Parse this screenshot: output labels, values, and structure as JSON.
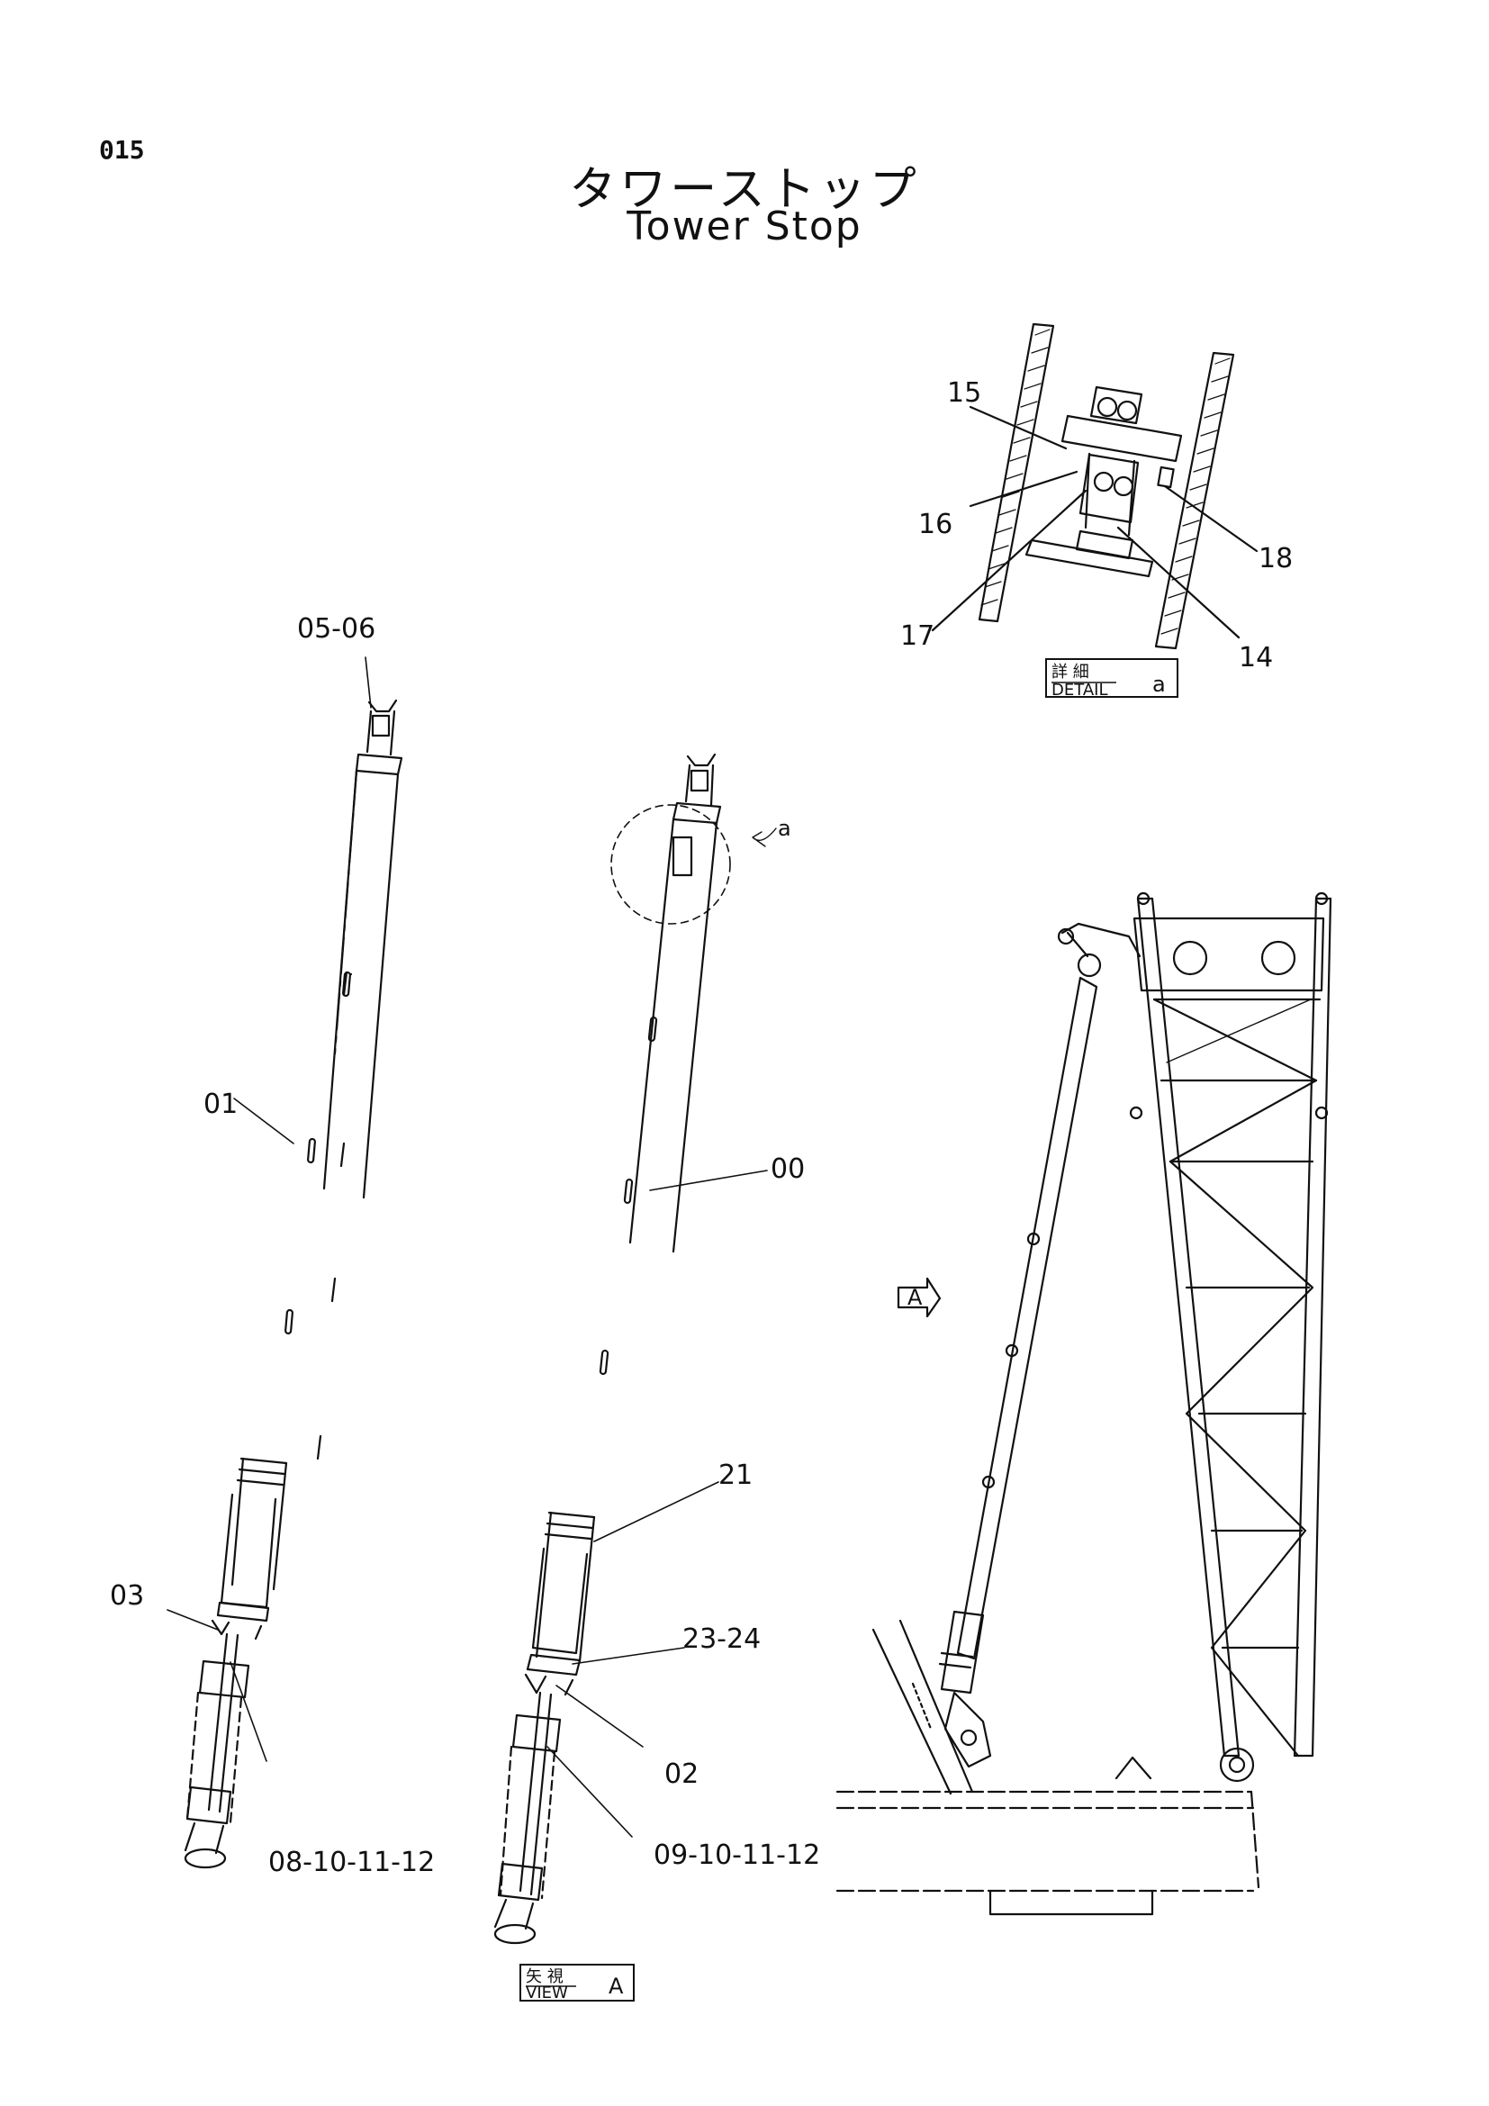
{
  "page": {
    "number": "015",
    "title_jp": "タワーストップ",
    "title_en": "Tower Stop"
  },
  "callouts": {
    "c_05_06": "05-06",
    "c_01": "01",
    "c_03": "03",
    "c_08": "08-10-11-12",
    "c_00": "00",
    "c_21": "21",
    "c_23_24": "23-24",
    "c_02": "02",
    "c_09": "09-10-11-12",
    "c_15": "15",
    "c_16": "16",
    "c_17": "17",
    "c_18": "18",
    "c_14": "14",
    "c_a": "a",
    "c_A": "A"
  },
  "detail_tag": {
    "jp": "詳 細",
    "en": "DETAIL",
    "letter": "a"
  },
  "view_tag": {
    "jp": "矢 視",
    "en": "VIEW",
    "letter": "A"
  }
}
